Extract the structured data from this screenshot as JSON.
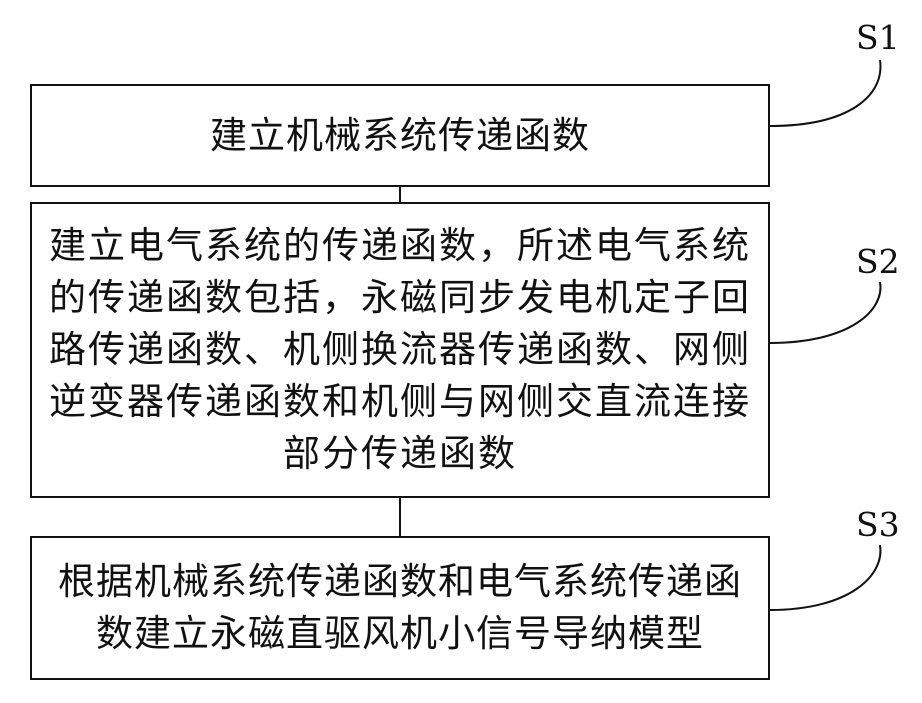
{
  "steps": [
    {
      "id": "S1",
      "text": "建立机械系统传递函数"
    },
    {
      "id": "S2",
      "text": "建立电气系统的传递函数，所述电气系统的传递函数包括，永磁同步发电机定子回路传递函数、机侧换流器传递函数、网侧逆变器传递函数和机侧与网侧交直流连接部分传递函数"
    },
    {
      "id": "S3",
      "text": "根据机械系统传递函数和电气系统传递函数建立永磁直驱风机小信号导纳模型"
    }
  ]
}
